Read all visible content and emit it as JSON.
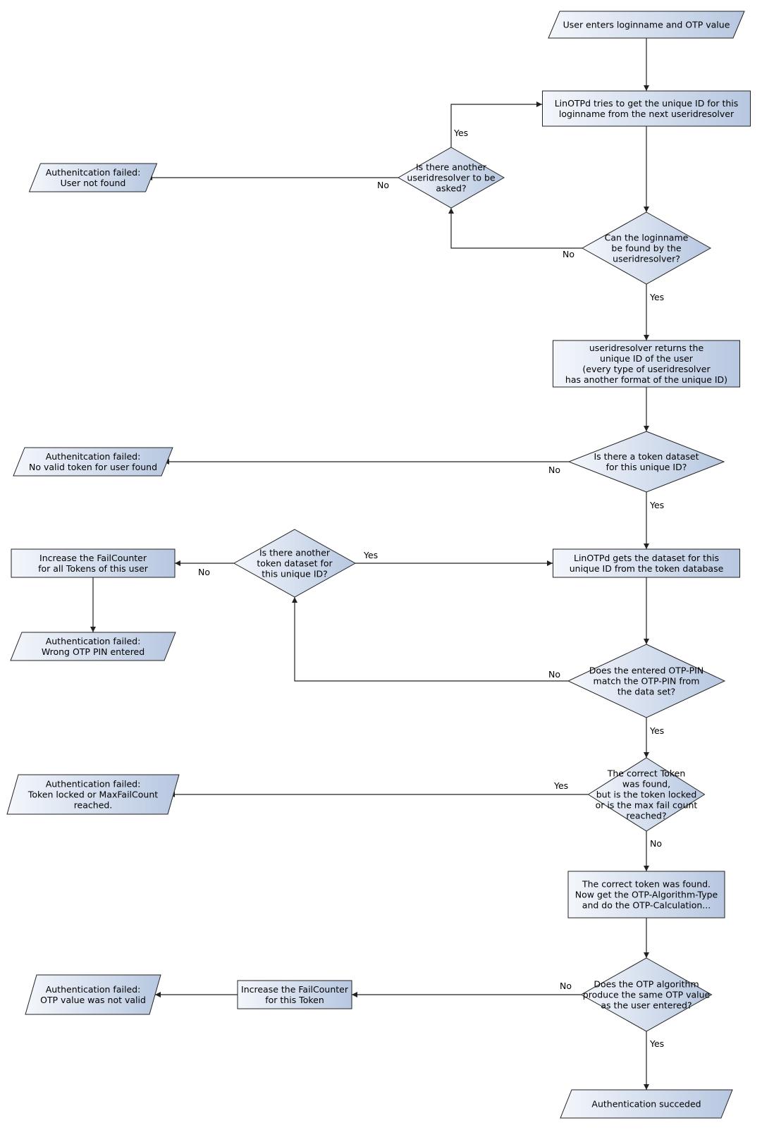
{
  "nodes": [
    {
      "id": "start",
      "shape": "parallelogram",
      "lines": [
        "User enters loginname and OTP value"
      ]
    },
    {
      "id": "get_uid",
      "shape": "rect",
      "lines": [
        "LinOTPd tries to get the unique ID for this",
        "loginname from the next useridresolver"
      ]
    },
    {
      "id": "another_resolver",
      "shape": "diamond",
      "lines": [
        "Is there another",
        "useridresolver to be",
        "asked?"
      ]
    },
    {
      "id": "fail_user",
      "shape": "parallelogram",
      "lines": [
        "Authenitcation failed:",
        "User not found"
      ]
    },
    {
      "id": "found_by_resolver",
      "shape": "diamond",
      "lines": [
        "Can the loginname",
        "be found by the",
        "useridresolver?"
      ]
    },
    {
      "id": "resolver_returns",
      "shape": "rect",
      "lines": [
        "useridresolver returns the",
        "unique ID of the user",
        "(every type of useridresolver",
        "has another format of the unique ID)"
      ]
    },
    {
      "id": "token_dataset",
      "shape": "diamond",
      "lines": [
        "Is there a token dataset",
        "for this unique ID?"
      ]
    },
    {
      "id": "fail_no_token",
      "shape": "parallelogram",
      "lines": [
        "Authenitcation failed:",
        "No valid token for user found"
      ]
    },
    {
      "id": "get_dataset",
      "shape": "rect",
      "lines": [
        "LinOTPd gets the dataset for this",
        "unique ID from the token database"
      ]
    },
    {
      "id": "another_dataset",
      "shape": "diamond",
      "lines": [
        "Is there another",
        "token dataset for",
        "this unique ID?"
      ]
    },
    {
      "id": "inc_all",
      "shape": "rect",
      "lines": [
        "Increase the FailCounter",
        "for all Tokens of this user"
      ]
    },
    {
      "id": "fail_pin",
      "shape": "parallelogram",
      "lines": [
        "Authentication failed:",
        "Wrong OTP PIN entered"
      ]
    },
    {
      "id": "pin_match",
      "shape": "diamond",
      "lines": [
        "Does the entered OTP-PIN",
        "match the OTP-PIN from",
        "the data set?"
      ]
    },
    {
      "id": "locked",
      "shape": "diamond",
      "lines": [
        "The correct Token",
        "was found,",
        "but is the token locked",
        "or is the max fail count",
        "reached?"
      ]
    },
    {
      "id": "fail_locked",
      "shape": "parallelogram",
      "lines": [
        "Authentication failed:",
        "Token locked or MaxFailCount",
        "reached."
      ]
    },
    {
      "id": "calc",
      "shape": "rect",
      "lines": [
        "The correct token was found.",
        "Now get the OTP-Algorithm-Type",
        "and do the OTP-Calculation..."
      ]
    },
    {
      "id": "same_otp",
      "shape": "diamond",
      "lines": [
        "Does the OTP algorithm",
        "produce the same OTP value",
        "as the user entered?"
      ]
    },
    {
      "id": "inc_token",
      "shape": "rect",
      "lines": [
        "Increase the FailCounter",
        "for this Token"
      ]
    },
    {
      "id": "fail_otp",
      "shape": "parallelogram",
      "lines": [
        "Authentication failed:",
        "OTP value was not valid"
      ]
    },
    {
      "id": "success",
      "shape": "parallelogram",
      "lines": [
        "Authentication succeded"
      ]
    }
  ],
  "edges": [
    {
      "id": "e1",
      "from": "start",
      "to": "get_uid",
      "label": ""
    },
    {
      "id": "e2",
      "from": "get_uid",
      "to": "found_by_resolver",
      "label": ""
    },
    {
      "id": "e3",
      "from": "found_by_resolver",
      "to": "another_resolver",
      "label": "No"
    },
    {
      "id": "e4",
      "from": "another_resolver",
      "to": "get_uid",
      "label": "Yes"
    },
    {
      "id": "e5",
      "from": "another_resolver",
      "to": "fail_user",
      "label": "No"
    },
    {
      "id": "e6",
      "from": "found_by_resolver",
      "to": "resolver_returns",
      "label": "Yes"
    },
    {
      "id": "e7",
      "from": "resolver_returns",
      "to": "token_dataset",
      "label": ""
    },
    {
      "id": "e8",
      "from": "token_dataset",
      "to": "fail_no_token",
      "label": "No"
    },
    {
      "id": "e9",
      "from": "token_dataset",
      "to": "get_dataset",
      "label": "Yes"
    },
    {
      "id": "e10",
      "from": "get_dataset",
      "to": "pin_match",
      "label": ""
    },
    {
      "id": "e11",
      "from": "pin_match",
      "to": "another_dataset",
      "label": "No"
    },
    {
      "id": "e12",
      "from": "another_dataset",
      "to": "get_dataset",
      "label": "Yes"
    },
    {
      "id": "e13",
      "from": "another_dataset",
      "to": "inc_all",
      "label": "No"
    },
    {
      "id": "e14",
      "from": "inc_all",
      "to": "fail_pin",
      "label": ""
    },
    {
      "id": "e15",
      "from": "pin_match",
      "to": "locked",
      "label": "Yes"
    },
    {
      "id": "e16",
      "from": "locked",
      "to": "fail_locked",
      "label": "Yes"
    },
    {
      "id": "e17",
      "from": "locked",
      "to": "calc",
      "label": "No"
    },
    {
      "id": "e18",
      "from": "calc",
      "to": "same_otp",
      "label": ""
    },
    {
      "id": "e19",
      "from": "same_otp",
      "to": "inc_token",
      "label": "No"
    },
    {
      "id": "e20",
      "from": "inc_token",
      "to": "fail_otp",
      "label": ""
    },
    {
      "id": "e21",
      "from": "same_otp",
      "to": "success",
      "label": "Yes"
    }
  ],
  "colors": {
    "fill_light": "#f4f7fc",
    "fill_dark": "#b7c7e0",
    "stroke": "#222222"
  }
}
